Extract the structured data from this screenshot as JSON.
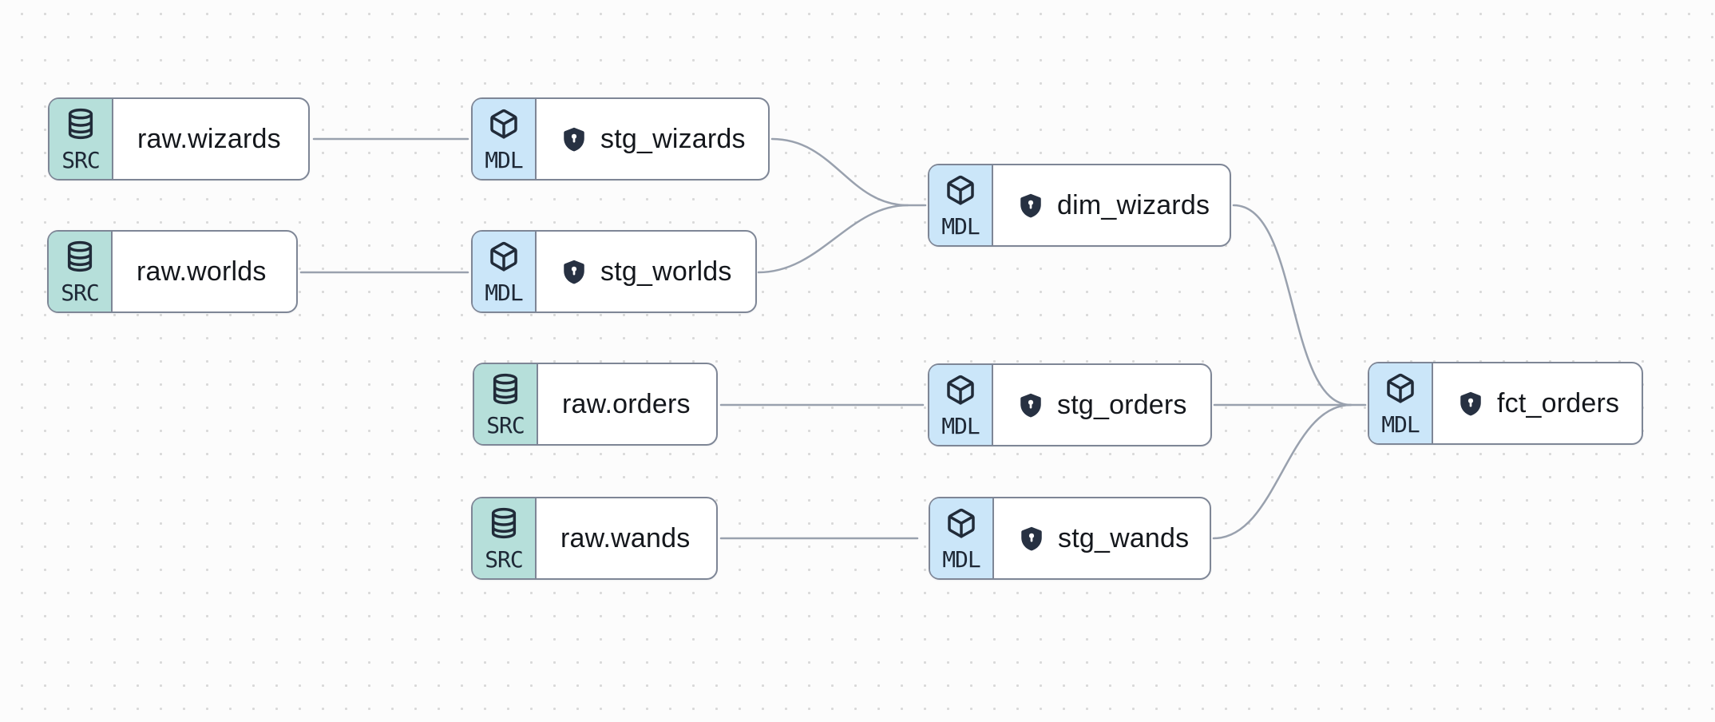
{
  "diagram": {
    "type": "lineage-dag",
    "background": {
      "canvas_color": "#fcfcfc",
      "dot_color": "#d9d9d9"
    }
  },
  "colors": {
    "source_badge_bg": "#b6dfda",
    "model_badge_bg": "#cbe6f9",
    "node_border": "#7e8696",
    "node_body_bg": "#ffffff",
    "badge_text": "#1e2836",
    "label_text": "#14171c",
    "edge_line": "#99a1ae",
    "shield_fill": "#273142"
  },
  "nodes": [
    {
      "id": "raw.wizards",
      "badge": "SRC",
      "kind": "source",
      "icon": "database-icon",
      "shield": false,
      "label": "raw.wizards"
    },
    {
      "id": "stg_wizards",
      "badge": "MDL",
      "kind": "model",
      "icon": "cube-icon",
      "shield": true,
      "label": "stg_wizards"
    },
    {
      "id": "raw.worlds",
      "badge": "SRC",
      "kind": "source",
      "icon": "database-icon",
      "shield": false,
      "label": "raw.worlds"
    },
    {
      "id": "stg_worlds",
      "badge": "MDL",
      "kind": "model",
      "icon": "cube-icon",
      "shield": true,
      "label": "stg_worlds"
    },
    {
      "id": "dim_wizards",
      "badge": "MDL",
      "kind": "model",
      "icon": "cube-icon",
      "shield": true,
      "label": "dim_wizards"
    },
    {
      "id": "raw.orders",
      "badge": "SRC",
      "kind": "source",
      "icon": "database-icon",
      "shield": false,
      "label": "raw.orders"
    },
    {
      "id": "stg_orders",
      "badge": "MDL",
      "kind": "model",
      "icon": "cube-icon",
      "shield": true,
      "label": "stg_orders"
    },
    {
      "id": "raw.wands",
      "badge": "SRC",
      "kind": "source",
      "icon": "database-icon",
      "shield": false,
      "label": "raw.wands"
    },
    {
      "id": "stg_wands",
      "badge": "MDL",
      "kind": "model",
      "icon": "cube-icon",
      "shield": true,
      "label": "stg_wands"
    },
    {
      "id": "fct_orders",
      "badge": "MDL",
      "kind": "model",
      "icon": "cube-icon",
      "shield": true,
      "label": "fct_orders"
    }
  ],
  "edges": [
    {
      "from": "raw.wizards",
      "to": "stg_wizards"
    },
    {
      "from": "raw.worlds",
      "to": "stg_worlds"
    },
    {
      "from": "stg_wizards",
      "to": "dim_wizards"
    },
    {
      "from": "stg_worlds",
      "to": "dim_wizards"
    },
    {
      "from": "raw.orders",
      "to": "stg_orders"
    },
    {
      "from": "raw.wands",
      "to": "stg_wands"
    },
    {
      "from": "dim_wizards",
      "to": "fct_orders"
    },
    {
      "from": "stg_orders",
      "to": "fct_orders"
    },
    {
      "from": "stg_wands",
      "to": "fct_orders"
    }
  ]
}
